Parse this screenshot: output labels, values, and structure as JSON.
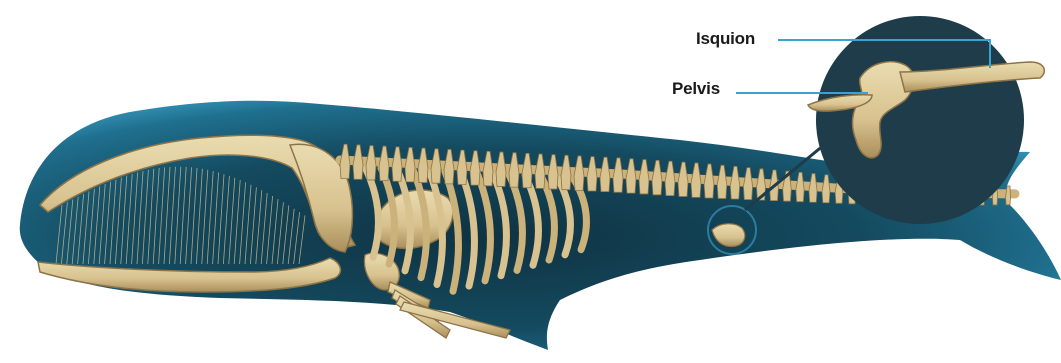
{
  "labels": {
    "isquion": "Isquion",
    "pelvis": "Pelvis"
  },
  "colors": {
    "body_dark": "#0f3342",
    "body_mid": "#1b5f78",
    "body_light": "#3a9bc0",
    "bone": "#d8c28f",
    "bone_light": "#eadcb0",
    "bone_shadow": "#a98f5b",
    "inset_bg": "#1f3c4a",
    "leader_line": "#3aa3d6",
    "label_text": "#1a1a1a"
  },
  "icons": [
    "whale-body-shape",
    "whale-skeleton",
    "pelvis-magnifier-inset"
  ]
}
